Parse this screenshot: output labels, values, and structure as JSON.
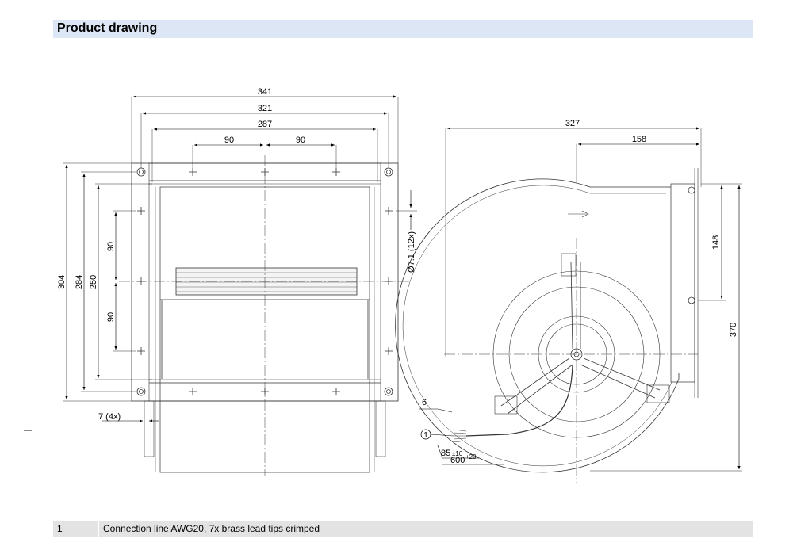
{
  "header": {
    "title": "Product drawing"
  },
  "front_view": {
    "dimensions": {
      "width_341": "341",
      "width_321": "321",
      "width_287": "287",
      "spacing_left_90": "90",
      "spacing_right_90": "90",
      "height_304": "304",
      "height_284": "284",
      "height_250": "250",
      "vertical_upper_90": "90",
      "vertical_lower_90": "90",
      "hole_diameter": "Ø7.1 (12x)",
      "flange_thickness": "7 (4x)"
    }
  },
  "side_view": {
    "dimensions": {
      "depth_327": "327",
      "depth_158": "158",
      "height_148": "148",
      "height_370": "370",
      "angle_6": "6",
      "lead_strip": "85",
      "lead_strip_tol": "±10",
      "lead_length": "600",
      "lead_length_tol": "+20"
    },
    "callout_marker": "1"
  },
  "footer": {
    "item_number": "1",
    "item_description": "Connection line AWG20, 7x brass lead tips crimped"
  }
}
